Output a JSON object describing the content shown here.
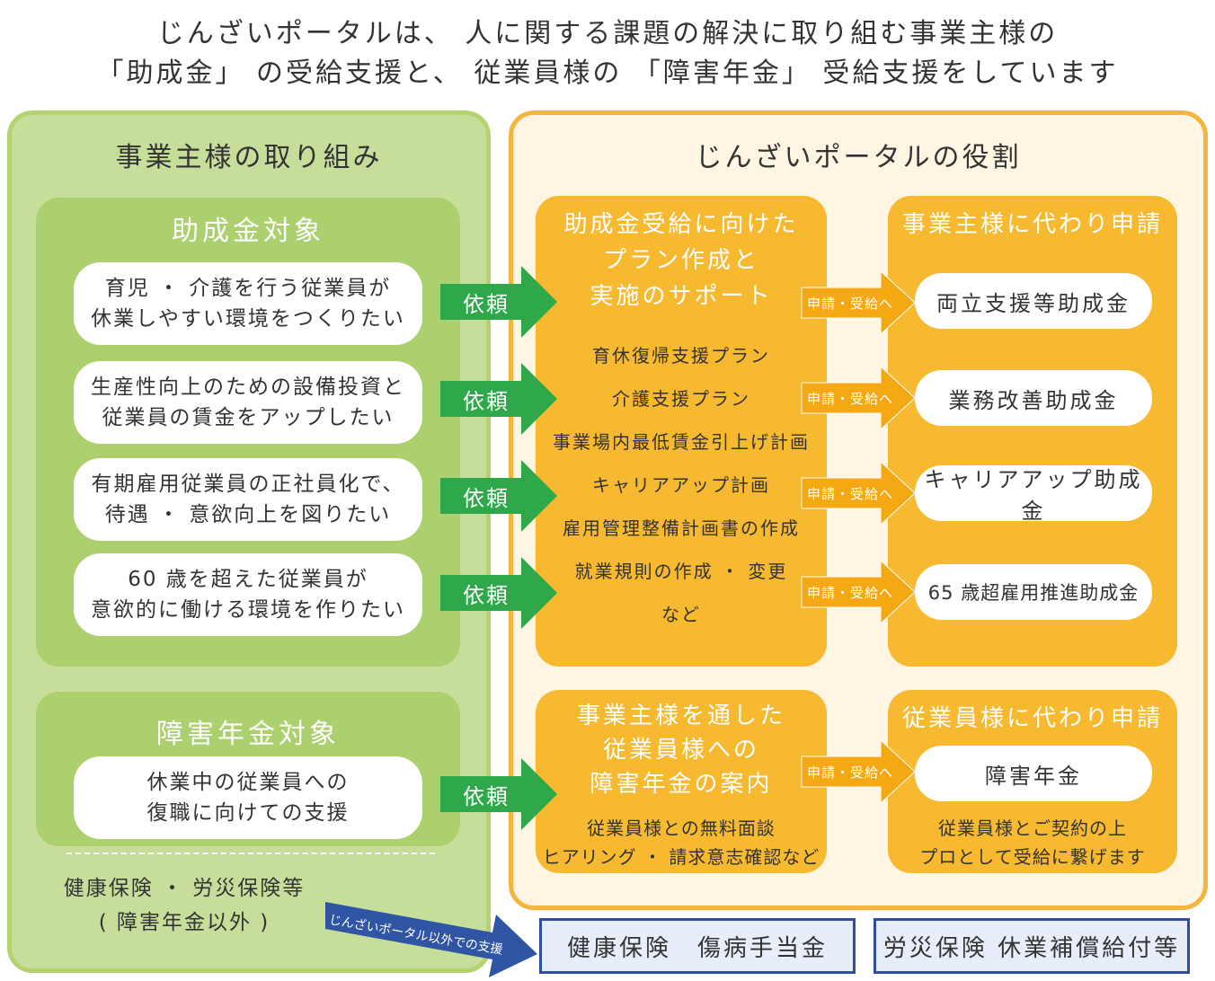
{
  "header": {
    "line1": "じんざいポータルは、 人に関する課題の解決に取り組む事業主様の",
    "line2": "「助成金」 の受給支援と、 従業員様の 「障害年金」 受給支援をしています"
  },
  "left_panel": {
    "title": "事業主様の取り組み",
    "subsidy_section": {
      "title": "助成金対象",
      "items": [
        {
          "line1": "育児 ・ 介護を行う従業員が",
          "line2": "休業しやすい環境をつくりたい"
        },
        {
          "line1": "生産性向上のための設備投資と",
          "line2": "従業員の賃金をアップしたい"
        },
        {
          "line1": "有期雇用従業員の正社員化で、",
          "line2": "待遇 ・ 意欲向上を図りたい"
        },
        {
          "line1": "60 歳を超えた従業員が",
          "line2": "意欲的に働ける環境を作りたい"
        }
      ]
    },
    "pension_section": {
      "title": "障害年金対象",
      "item": {
        "line1": "休業中の従業員への",
        "line2": "復職に向けての支援"
      }
    },
    "other_insurance": {
      "line1": "健康保険 ・ 労災保険等",
      "line2": "( 障害年金以外 )"
    }
  },
  "request_label": "依頼",
  "apply_label": "申請・受給へ",
  "right_panel": {
    "title": "じんざいポータルの役割",
    "plan_box": {
      "title_lines": [
        "助成金受給に向けた",
        "プラン作成と",
        "実施のサポート"
      ],
      "items": [
        "育休復帰支援プラン",
        "介護支援プラン",
        "事業場内最低賃金引上げ計画",
        "キャリアアップ計画",
        "雇用管理整備計画書の作成",
        "就業規則の作成 ・ 変更",
        "など"
      ]
    },
    "employer_apply": {
      "title": "事業主様に代わり申請",
      "subsidies": [
        "両立支援等助成金",
        "業務改善助成金",
        "キャリアアップ助成金",
        "65 歳超雇用推進助成金"
      ]
    },
    "pension_guide": {
      "title_lines": [
        "事業主様を通した",
        "従業員様への",
        "障害年金の案内"
      ],
      "note_lines": [
        "従業員様との無料面談",
        "ヒアリング ・ 請求意志確認など"
      ]
    },
    "employee_apply": {
      "title": "従業員様に代わり申請",
      "item": "障害年金",
      "note_lines": [
        "従業員様とご契約の上",
        "プロとして受給に繋げます"
      ]
    }
  },
  "outside_support": {
    "label": "じんざいポータル以外での支援",
    "boxes": [
      "健康保険　傷病手当金",
      "労災保険 休業補償給付等"
    ]
  },
  "colors": {
    "green_panel": "#c7de9b",
    "green_section": "#acd06e",
    "green_arrow": "#2ea84a",
    "orange_box": "#f6b92f",
    "orange_border": "#f4b43d",
    "blue": "#2f4f9e"
  }
}
